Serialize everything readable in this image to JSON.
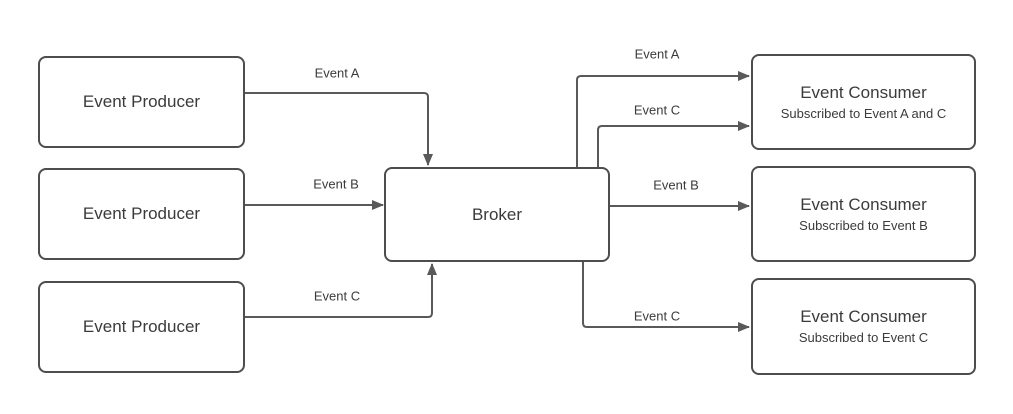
{
  "diagram": {
    "colors": {
      "stroke": "#595959",
      "border": "#4d4d4d",
      "text": "#3b3b3b",
      "background": "#ffffff"
    },
    "nodes": {
      "producer1": {
        "title": "Event Producer"
      },
      "producer2": {
        "title": "Event Producer"
      },
      "producer3": {
        "title": "Event Producer"
      },
      "broker": {
        "title": "Broker"
      },
      "consumer1": {
        "title": "Event Consumer",
        "subtitle": "Subscribed to Event A and C"
      },
      "consumer2": {
        "title": "Event Consumer",
        "subtitle": "Subscribed to Event B"
      },
      "consumer3": {
        "title": "Event Consumer",
        "subtitle": "Subscribed to Event C"
      }
    },
    "edges": {
      "p1_broker": {
        "label": "Event A"
      },
      "p2_broker": {
        "label": "Event B"
      },
      "p3_broker": {
        "label": "Event C"
      },
      "broker_c1_a": {
        "label": "Event A"
      },
      "broker_c1_c": {
        "label": "Event C"
      },
      "broker_c2_b": {
        "label": "Event B"
      },
      "broker_c3_c": {
        "label": "Event C"
      }
    }
  }
}
